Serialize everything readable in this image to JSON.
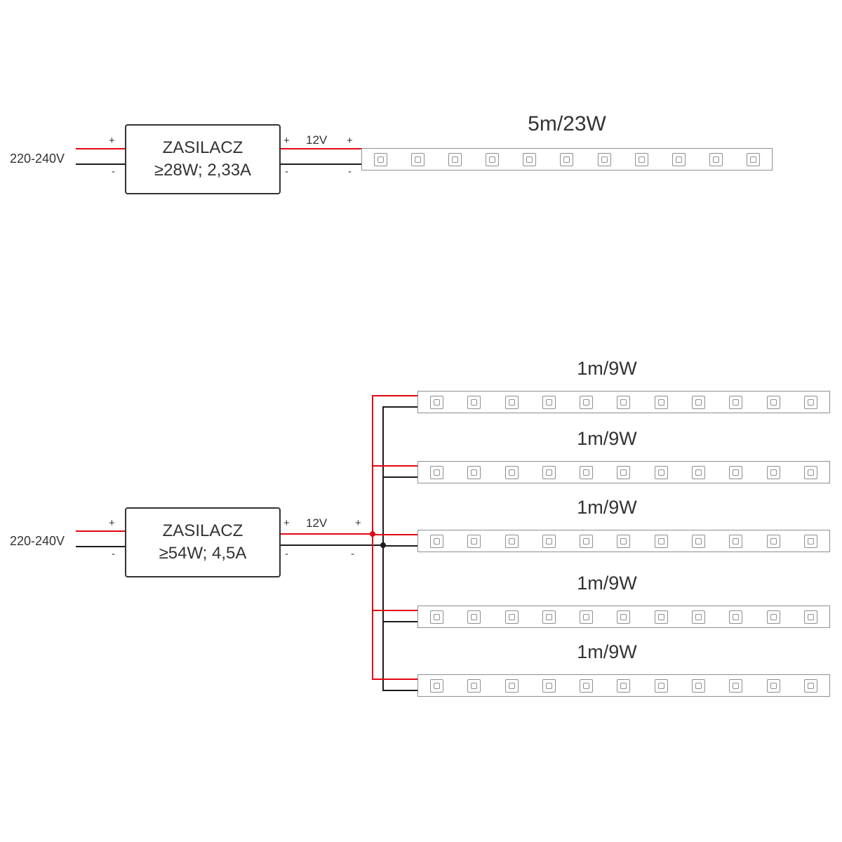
{
  "colors": {
    "wire_red": "#e30613",
    "wire_black": "#1c1c1c",
    "outline": "#333333",
    "strip_border": "#8f8f8f",
    "text": "#333333"
  },
  "diagram1": {
    "mains_label": "220-240V",
    "plus": "+",
    "minus": "-",
    "output_voltage": "12V",
    "psu": {
      "line1": "ZASILACZ",
      "line2": "≥28W; 2,33A"
    },
    "strip": {
      "label": "5m/23W",
      "led_count": 11
    }
  },
  "diagram2": {
    "mains_label": "220-240V",
    "plus": "+",
    "minus": "-",
    "output_voltage": "12V",
    "psu": {
      "line1": "ZASILACZ",
      "line2": "≥54W; 4,5A"
    },
    "strips": [
      {
        "label": "1m/9W",
        "led_count": 11
      },
      {
        "label": "1m/9W",
        "led_count": 11
      },
      {
        "label": "1m/9W",
        "led_count": 11
      },
      {
        "label": "1m/9W",
        "led_count": 11
      },
      {
        "label": "1m/9W",
        "led_count": 11
      }
    ]
  }
}
